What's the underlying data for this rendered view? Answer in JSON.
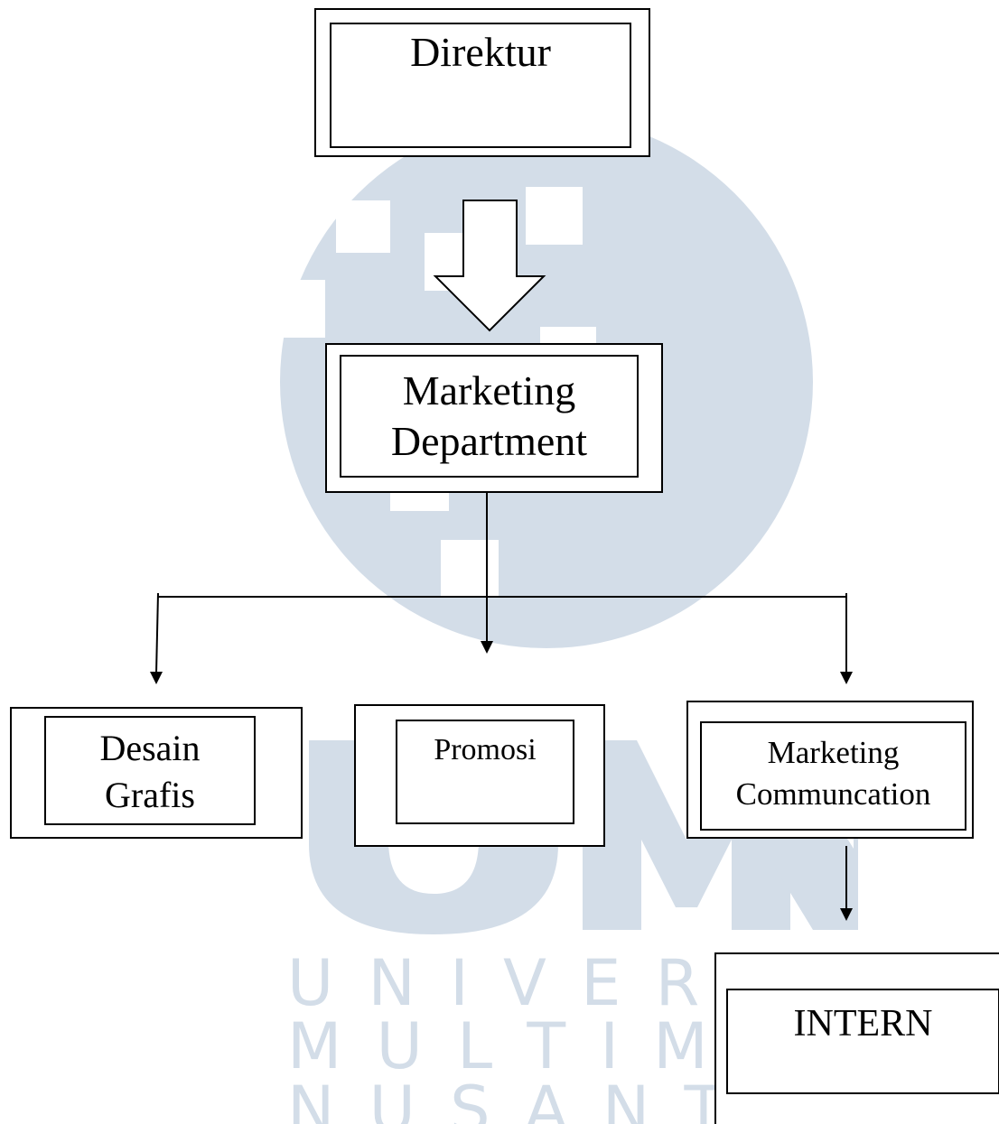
{
  "watermark": {
    "logo_text": "UMN",
    "lines": [
      "U N I V E R S I T",
      "M U L T I M E D",
      "N U S A N T A"
    ],
    "color": "#d3dde8"
  },
  "nodes": {
    "direktur": {
      "lines": [
        "Direktur"
      ]
    },
    "marketing_department": {
      "lines": [
        "Marketing",
        "Department"
      ]
    },
    "desain_grafis": {
      "lines": [
        "Desain",
        "Grafis"
      ]
    },
    "promosi": {
      "lines": [
        "Promosi"
      ]
    },
    "marketing_communcation": {
      "lines": [
        "Marketing",
        "Communcation"
      ]
    },
    "intern": {
      "lines": [
        "INTERN"
      ]
    }
  },
  "edges": [
    {
      "from": "Direktur",
      "to": "Marketing Department",
      "style": "block-arrow"
    },
    {
      "from": "Marketing Department",
      "to": "Desain Grafis",
      "style": "arrow"
    },
    {
      "from": "Marketing Department",
      "to": "Promosi",
      "style": "arrow"
    },
    {
      "from": "Marketing Department",
      "to": "Marketing Communcation",
      "style": "arrow"
    },
    {
      "from": "Marketing Communcation",
      "to": "INTERN",
      "style": "arrow"
    }
  ]
}
